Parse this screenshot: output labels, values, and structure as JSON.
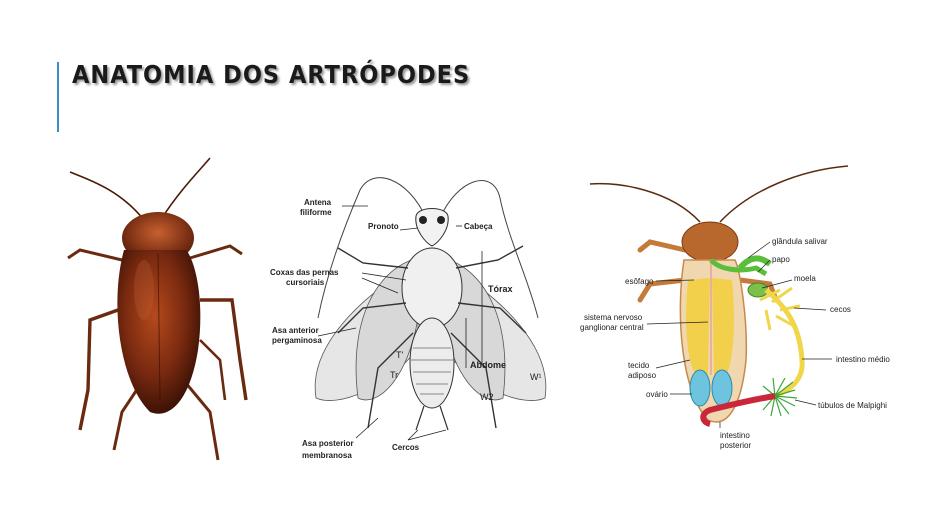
{
  "slide": {
    "title": "ANATOMIA DOS ARTRÓPODES"
  },
  "diagram": {
    "labels": {
      "antena": "Antena",
      "filiforme": "filiforme",
      "pronoto": "Pronoto",
      "cabeca": "Cabeça",
      "coxas1": "Coxas das pernas",
      "coxas2": "cursoriais",
      "torax": "Tórax",
      "asa_ant1": "Asa anterior",
      "asa_ant2": "pergaminosa",
      "abdome": "Abdome",
      "asa_post1": "Asa posterior",
      "asa_post2": "membranosa",
      "cercos": "Cercos",
      "t": "T'",
      "tr": "Tr",
      "w1": "W¹",
      "w2": "W2"
    }
  },
  "internal": {
    "labels": {
      "glandula": "glândula salivar",
      "papo": "papo",
      "moela": "moela",
      "esofago": "esôfago",
      "cecos": "cecos",
      "sistema1": "sistema nervoso",
      "sistema2": "ganglionar central",
      "intestino_medio": "intestino médio",
      "tecido1": "tecido",
      "tecido2": "adiposo",
      "ovario": "ovário",
      "tubulos": "túbulos de Malpighi",
      "int_post1": "intestino",
      "int_post2": "posterior"
    }
  },
  "colors": {
    "accent": "#3b8fc4",
    "roach": "#7a2a10"
  }
}
